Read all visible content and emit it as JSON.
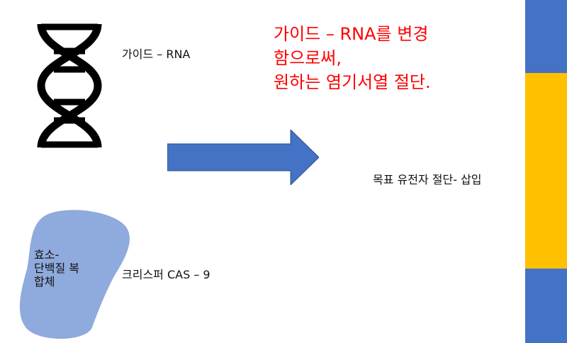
{
  "labels": {
    "guide_rna": "가이드 – RNA",
    "crispr_cas9": "크리스퍼 CAS – 9",
    "target_gene": "목표 유전자 절단- 삽입"
  },
  "note_lines": [
    "가이드 – RNA를 변경",
    "함으로써,",
    "원하는 염기서열 절단."
  ],
  "complex_lines": [
    "효소-",
    "단백질 복",
    "합체"
  ],
  "icons": {
    "dna": "dna-helix-icon",
    "arrow": "right-arrow"
  },
  "colors": {
    "note_text": "#ff0000",
    "arrow_fill": "#4472c4",
    "complex_fill": "#8faadc",
    "strand_blue": "#4472c4",
    "strand_target": "#ffc000"
  }
}
